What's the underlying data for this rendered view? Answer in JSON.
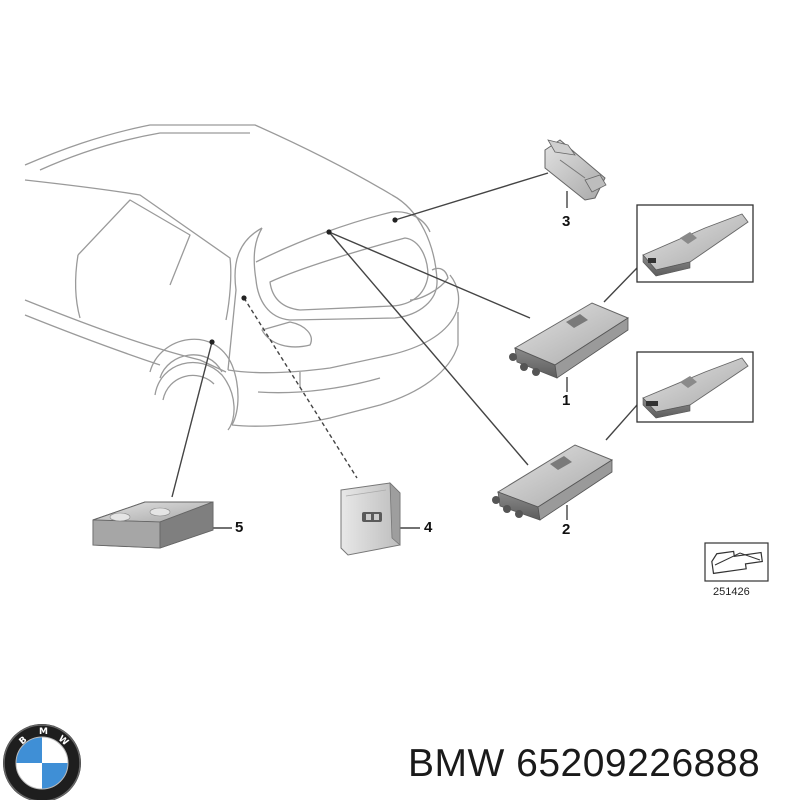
{
  "callouts": {
    "c1": "1",
    "c2": "2",
    "c3": "3",
    "c4": "4",
    "c5": "5"
  },
  "part_code": "251426",
  "caption": {
    "brand": "BMW",
    "part_number": "65209226888"
  },
  "logo": {
    "letters": [
      "B",
      "M",
      "W"
    ]
  },
  "colors": {
    "line": "#555555",
    "outline": "#9a9a9a",
    "part_fill": "#c9c9c9",
    "part_dark": "#555555",
    "logo_blue": "#3f8fd6",
    "logo_ring": "#1e1e1e"
  }
}
